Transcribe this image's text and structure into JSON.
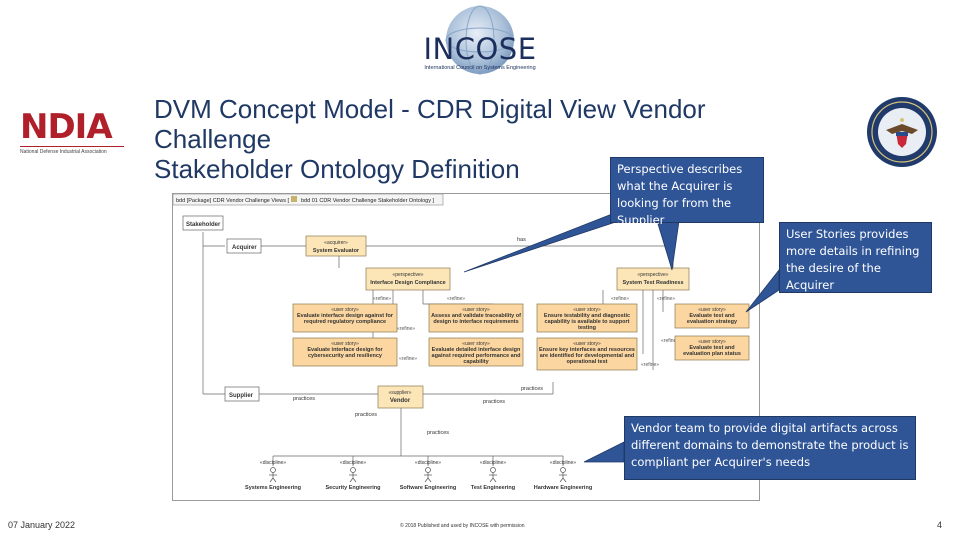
{
  "logos": {
    "incose": {
      "word": "INCOSE",
      "subtext": "International Council on Systems Engineering"
    },
    "ndia": {
      "word": "NDIA",
      "subtext": "National Defense Industrial Association"
    },
    "dod": {
      "name": "Department of Defense seal"
    }
  },
  "title": {
    "line1": "DVM Concept Model - CDR Digital View Vendor",
    "line2": "Challenge",
    "line3": "Stakeholder Ontology Definition"
  },
  "callouts": {
    "perspective": "Perspective describes what the Acquirer is looking for from the Supplier",
    "user_stories": "User Stories provides more details in refining the desire of the Acquirer",
    "vendor_team": "Vendor team to provide digital artifacts across different domains to demonstrate the product is compliant per Acquirer's needs"
  },
  "diagram": {
    "header_package": "bdd [Package] CDR Vendor Challenge Views [",
    "header_diagram": "bdd 01 CDR Vendor Challenge Stakeholder Ontology ]",
    "stakeholder_label": "Stakeholder",
    "acquirer": "Acquirer",
    "has": "has",
    "acquirer_stereo": "«acquirer»",
    "system_evaluator": "System Evaluator",
    "perspective_stereo": "«perspective»",
    "interface_design_compliance": "Interface Design Compliance",
    "system_test_readiness": "System Test Readiness",
    "refine": "«refine»",
    "user_story_stereo": "«user story»",
    "stories": [
      "Evaluate interface design against for required regulatory compliance",
      "Evaluate interface design for cybersecurity and resiliency",
      "Assess and validate traceability of design to interface requirements",
      "Evaluate detailed interface design against required performance and capability",
      "Ensure testability and diagnostic capability is available to support testing",
      "Ensure key interfaces and resources are identified for developmental and operational test",
      "Evaluate test and evaluation strategy",
      "Evaluate test and evaluation plan status"
    ],
    "supplier": "Supplier",
    "supplier_stereo": "«supplier»",
    "vendor": "Vendor",
    "practices": "practices",
    "discipline_stereo": "«discipline»",
    "disciplines": [
      "Systems Engineering",
      "Security Engineering",
      "Software Engineering",
      "Test Engineering",
      "Hardware Engineering"
    ]
  },
  "footer": {
    "date": "07 January 2022",
    "copyright": "© 2018 Published and used by INCOSE with permission",
    "page": "4"
  },
  "colors": {
    "callout_bg": "#2f5597",
    "title_text": "#1f3864",
    "user_story_fill": "#fbd6a0",
    "perspective_fill": "#fce6b8",
    "ndia_red": "#b0202a"
  }
}
